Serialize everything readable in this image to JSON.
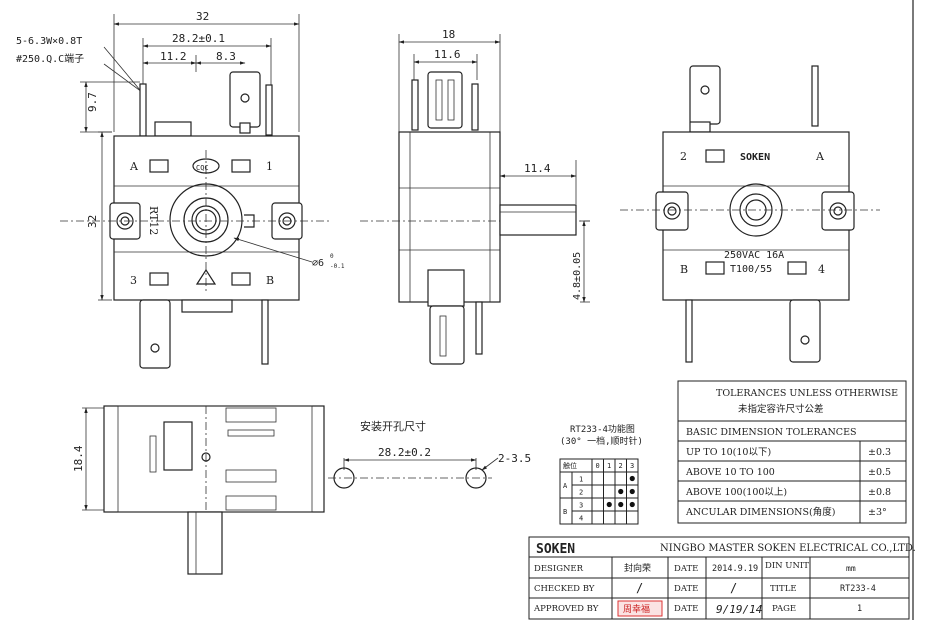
{
  "views": {
    "front": {
      "dim_width": "32",
      "dim_terminal_span": "28.2±0.1",
      "dim_left": "11.2",
      "dim_right": "8.3",
      "dim_height": "32",
      "dim_tab": "9.7",
      "terminal_note_1": "5-6.3W×0.8T",
      "terminal_note_2": "#250.Q.C端子",
      "label_a": "A",
      "label_1": "1",
      "label_3": "3",
      "label_b": "B",
      "model_mark": "RT12",
      "shaft_dia": "⌀6",
      "shaft_tol_top": "0",
      "shaft_tol_bot": "-0.1",
      "cert_mark": "CQC"
    },
    "side": {
      "dim_depth": "18",
      "dim_tab": "11.6",
      "dim_shaft_len": "11.4",
      "dim_shaft_flat": "4.8±0.05"
    },
    "back": {
      "brand": "SOKEN",
      "label_2": "2",
      "label_a": "A",
      "label_b": "B",
      "label_4": "4",
      "rating": "250VAC 16A",
      "temp": "T100/55"
    },
    "bottom": {
      "dim_height": "18.4"
    },
    "hole": {
      "title": "安装开孔尺寸",
      "dim_span": "28.2±0.2",
      "dim_dia": "2-3.5"
    }
  },
  "function_diagram": {
    "title": "RT233-4功能图",
    "subtitle": "(30° 一档,顺时针)",
    "header_label": "触位",
    "positions": [
      "0",
      "1",
      "2",
      "3"
    ],
    "groups": [
      "A",
      "B"
    ],
    "rows": [
      {
        "contact": "1",
        "dots": [
          false,
          false,
          false,
          true
        ]
      },
      {
        "contact": "2",
        "dots": [
          false,
          false,
          true,
          true
        ]
      },
      {
        "contact": "3",
        "dots": [
          false,
          true,
          true,
          true
        ]
      },
      {
        "contact": "4",
        "dots": [
          false,
          false,
          false,
          false
        ]
      }
    ]
  },
  "tolerances": {
    "title_en": "TOLERANCES UNLESS OTHERWISE",
    "title_cn": "未指定容许尺寸公差",
    "header": "BASIC DIMENSION TOLERANCES",
    "rows": [
      {
        "label": "UP TO 10(10以下)",
        "value": "±0.3"
      },
      {
        "label": "ABOVE 10 TO 100",
        "value": "±0.5"
      },
      {
        "label": "ABOVE 100(100以上)",
        "value": "±0.8"
      },
      {
        "label": "ANCULAR DIMENSIONS(角度)",
        "value": "±3°"
      }
    ]
  },
  "title_block": {
    "logo": "SOKEN",
    "company": "NINGBO MASTER SOKEN ELECTRICAL CO.,LTD.",
    "designer_label": "DESIGNER",
    "designer_value": "封向荣",
    "date_label": "DATE",
    "date_value": "2014.9.19",
    "din_label": "DIN UNIT",
    "din_value": "mm",
    "checked_label": "CHECKED BY",
    "checked_value": "/",
    "date2_label": "DATE",
    "date2_value": "/",
    "title_label": "TITLE",
    "title_value": "RT233-4",
    "approved_label": "APPROVED BY",
    "approved_value": "周幸福",
    "date3_label": "DATE",
    "date3_value": "9/19/14",
    "page_label": "PAGE",
    "page_value": "1"
  }
}
